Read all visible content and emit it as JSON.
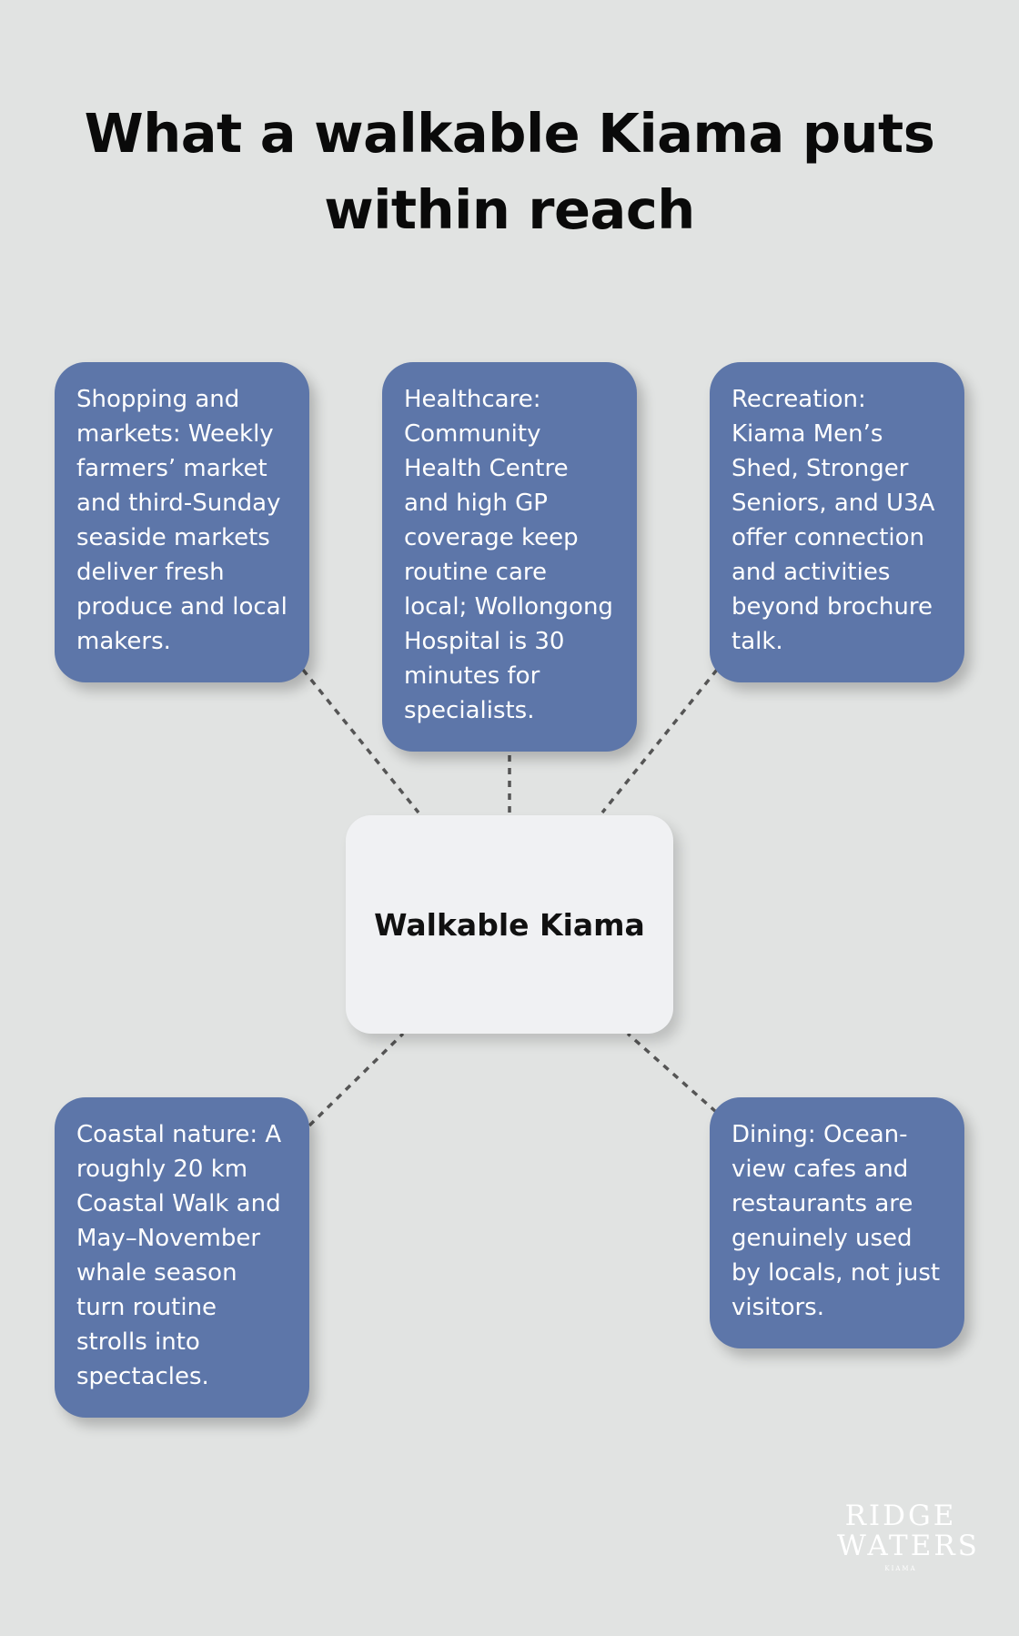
{
  "title": "What a walkable Kiama puts within reach",
  "center": {
    "label": "Walkable Kiama"
  },
  "nodes": [
    {
      "id": "shopping",
      "text": "Shopping and markets: Weekly farmers’ market and third-Sunday seaside markets deliver fresh produce and local makers."
    },
    {
      "id": "healthcare",
      "text": "Healthcare: Community Health Centre and high GP coverage keep routine care local; Wollongong Hospital is 30 minutes for specialists."
    },
    {
      "id": "recreation",
      "text": "Recreation: Kiama Men’s Shed, Stronger Seniors, and U3A offer connection and activities beyond brochure talk."
    },
    {
      "id": "nature",
      "text": "Coastal nature: A roughly 20 km Coastal Walk and May–November whale season turn routine strolls into spectacles."
    },
    {
      "id": "dining",
      "text": "Dining: Ocean-view cafes and restaurants are genuinely used by locals, not just visitors."
    }
  ],
  "colors": {
    "background": "#e1e3e2",
    "node": "#5d76a9",
    "center": "#f0f1f3",
    "connector": "#555555"
  },
  "logo": {
    "line1": "RIDGE",
    "line2": "WATERS",
    "sub": "KIAMA"
  }
}
